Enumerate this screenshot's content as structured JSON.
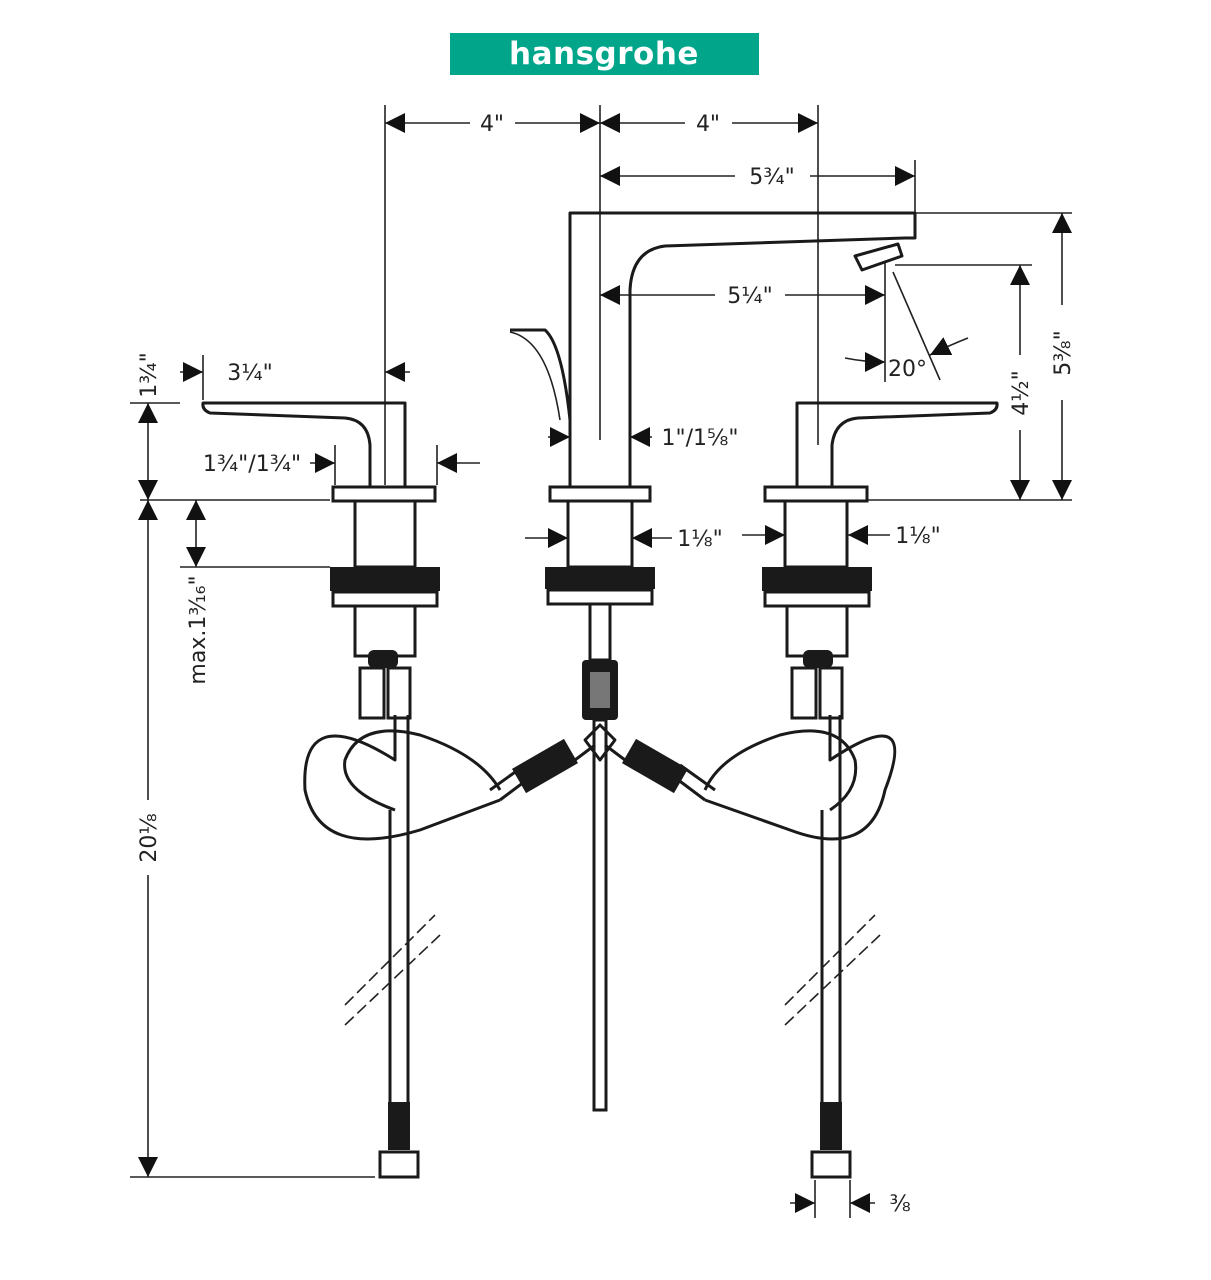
{
  "brand": {
    "name": "hansgrohe",
    "color": "#00a58a"
  },
  "dimensions": {
    "left_spacing": "4\"",
    "right_spacing": "4\"",
    "spout_reach_overall": "5¾\"",
    "spout_reach": "5¼\"",
    "spray_angle": "20°",
    "spout_outlet_height": "4½\"",
    "spout_height": "5⅜\"",
    "handle_height": "1¾\"",
    "handle_length": "3¼\"",
    "handle_base": "1¾\"/1¾\"",
    "spout_base": "1\"/1⅝\"",
    "center_shank": "1⅛\"",
    "right_shank": "1⅛\"",
    "max_deck_thickness": "max.1³⁄₁₆\"",
    "supply_length": "20⅛",
    "connection_size": "⅜"
  }
}
